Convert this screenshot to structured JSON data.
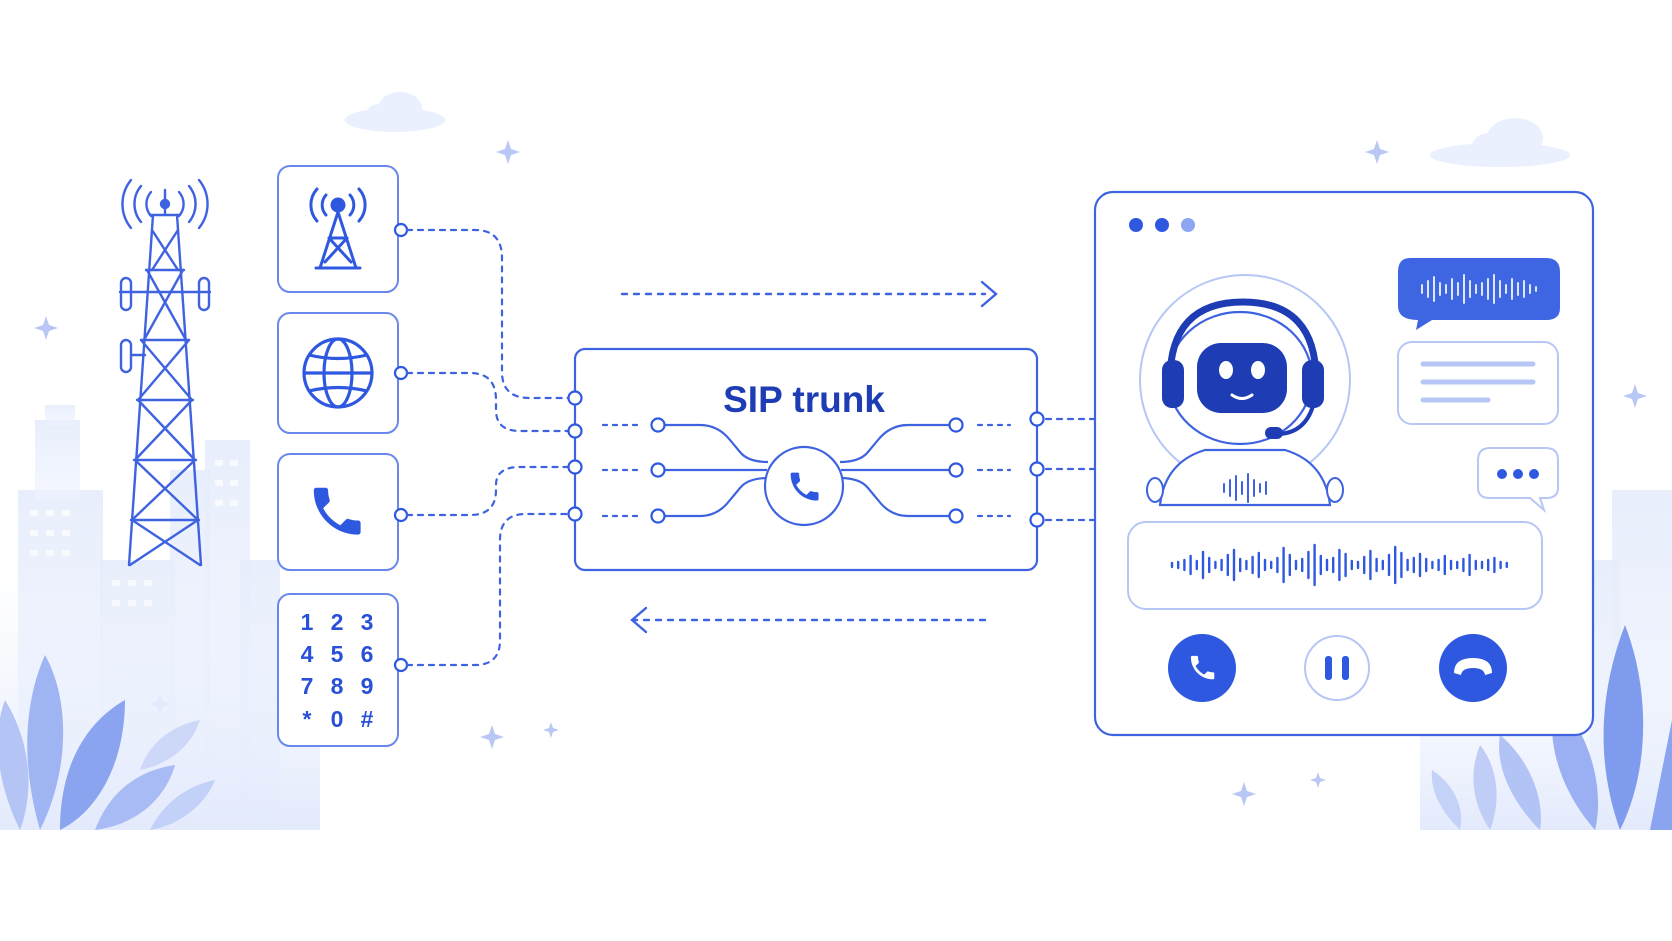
{
  "trunk": {
    "label": "SIP trunk"
  },
  "inputs": [
    {
      "name": "cell-tower",
      "icon": "cell-tower-icon"
    },
    {
      "name": "internet",
      "icon": "globe-icon"
    },
    {
      "name": "phone",
      "icon": "phone-icon"
    },
    {
      "name": "keypad",
      "icon": "keypad-icon"
    }
  ],
  "keypad": {
    "keys": [
      "1",
      "2",
      "3",
      "4",
      "5",
      "6",
      "7",
      "8",
      "9",
      "*",
      "0",
      "#"
    ]
  },
  "agent_window": {
    "window_dots": 3,
    "controls": [
      {
        "name": "answer-call-button",
        "icon": "phone-icon"
      },
      {
        "name": "pause-button",
        "icon": "pause-icon"
      },
      {
        "name": "hang-up-button",
        "icon": "hang-up-icon"
      }
    ]
  },
  "colors": {
    "primary": "#2f58e0",
    "dark_blue": "#1e3db5",
    "light_blue": "#dfe7fb",
    "pale_blue": "#eef3fe",
    "border": "#4a6fe6"
  }
}
